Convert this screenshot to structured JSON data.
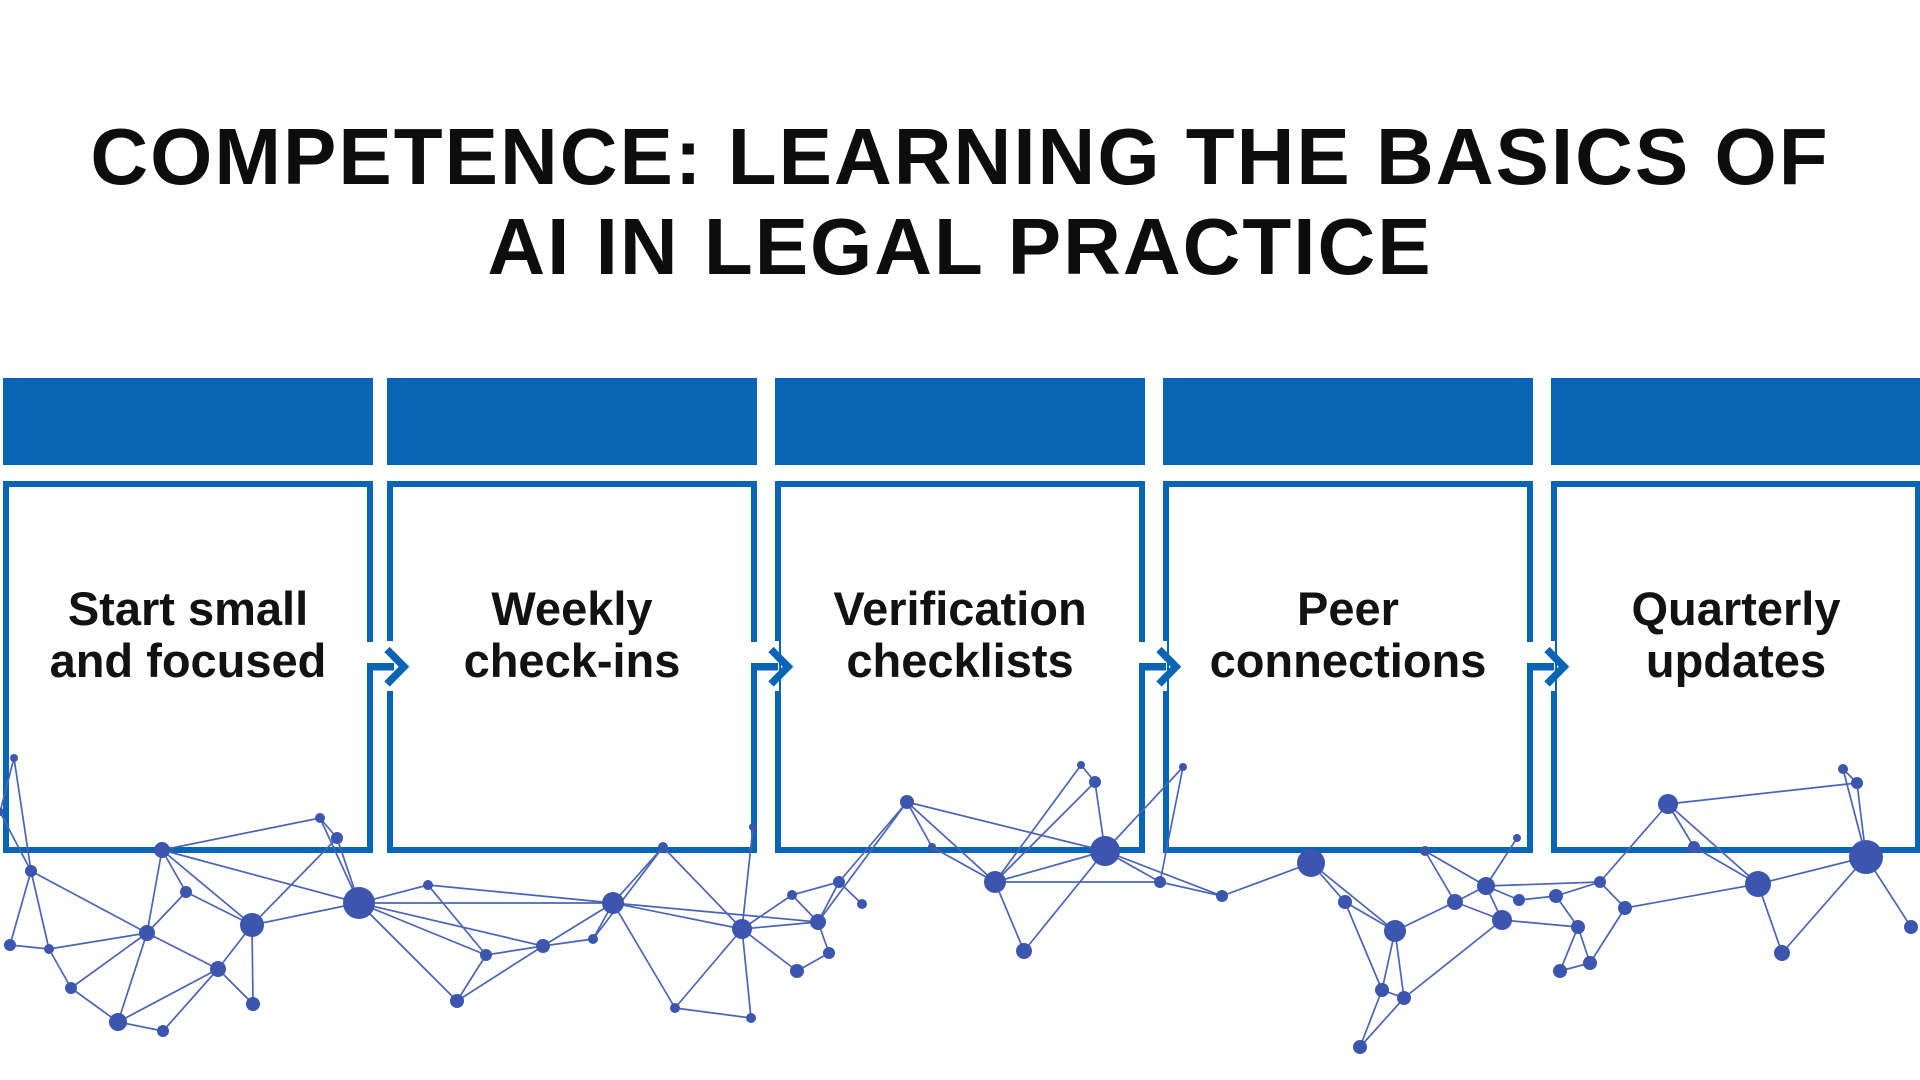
{
  "title": {
    "line1": "COMPETENCE: LEARNING THE BASICS OF",
    "line2": "AI IN LEGAL PRACTICE"
  },
  "steps": [
    {
      "lines": [
        "Start small",
        "and focused"
      ]
    },
    {
      "lines": [
        "Weekly",
        "check-ins"
      ]
    },
    {
      "lines": [
        "Verification",
        "checklists"
      ]
    },
    {
      "lines": [
        "Peer",
        "connections"
      ]
    },
    {
      "lines": [
        "Quarterly",
        "updates"
      ]
    }
  ],
  "icons": {
    "step_connector": "arrow-right"
  },
  "colors": {
    "accent": "#0a64b5",
    "network_node": "#3c55ae",
    "network_line": "#4b64b6",
    "title_text": "#0d0d0d",
    "box_text": "#121212",
    "background": "#ffffff"
  },
  "decor": {
    "network": {
      "nodes": [
        [
          14,
          758,
          4
        ],
        [
          31,
          871,
          6
        ],
        [
          10,
          945,
          6
        ],
        [
          49,
          949,
          5
        ],
        [
          71,
          988,
          6
        ],
        [
          118,
          1022,
          9
        ],
        [
          163,
          1031,
          6
        ],
        [
          147,
          933,
          8
        ],
        [
          186,
          892,
          6
        ],
        [
          218,
          969,
          8
        ],
        [
          253,
          1004,
          7
        ],
        [
          252,
          925,
          12
        ],
        [
          359,
          903,
          16
        ],
        [
          162,
          850,
          8
        ],
        [
          320,
          818,
          5
        ],
        [
          337,
          838,
          6
        ],
        [
          428,
          885,
          5
        ],
        [
          457,
          1001,
          7
        ],
        [
          486,
          955,
          6
        ],
        [
          543,
          946,
          7
        ],
        [
          593,
          939,
          5
        ],
        [
          613,
          903,
          11
        ],
        [
          663,
          847,
          5
        ],
        [
          675,
          1008,
          5
        ],
        [
          742,
          929,
          10
        ],
        [
          792,
          895,
          5
        ],
        [
          818,
          922,
          8
        ],
        [
          829,
          953,
          6
        ],
        [
          797,
          971,
          7
        ],
        [
          839,
          882,
          6
        ],
        [
          907,
          802,
          7
        ],
        [
          932,
          847,
          4
        ],
        [
          995,
          882,
          11
        ],
        [
          1024,
          951,
          8
        ],
        [
          1081,
          765,
          4
        ],
        [
          1095,
          782,
          6
        ],
        [
          1105,
          851,
          15
        ],
        [
          1183,
          767,
          4
        ],
        [
          1160,
          882,
          6
        ],
        [
          1222,
          896,
          6
        ],
        [
          1311,
          863,
          14
        ],
        [
          1345,
          902,
          7
        ],
        [
          1395,
          931,
          11
        ],
        [
          1382,
          990,
          7
        ],
        [
          1404,
          998,
          7
        ],
        [
          1360,
          1047,
          7
        ],
        [
          1425,
          851,
          5
        ],
        [
          1455,
          902,
          8
        ],
        [
          1486,
          886,
          9
        ],
        [
          1502,
          920,
          10
        ],
        [
          1519,
          900,
          6
        ],
        [
          1517,
          838,
          4
        ],
        [
          1556,
          896,
          7
        ],
        [
          1578,
          927,
          7
        ],
        [
          1560,
          971,
          7
        ],
        [
          1590,
          963,
          7
        ],
        [
          1600,
          882,
          6
        ],
        [
          1625,
          908,
          7
        ],
        [
          1668,
          804,
          10
        ],
        [
          1694,
          847,
          6
        ],
        [
          1758,
          884,
          13
        ],
        [
          1782,
          953,
          8
        ],
        [
          1843,
          769,
          5
        ],
        [
          1857,
          783,
          6
        ],
        [
          1866,
          857,
          17
        ],
        [
          1911,
          927,
          7
        ],
        [
          753,
          827,
          4
        ],
        [
          862,
          904,
          5
        ],
        [
          751,
          1018,
          5
        ],
        [
          0,
          812,
          4
        ]
      ],
      "edges": [
        [
          0,
          1
        ],
        [
          0,
          69
        ],
        [
          69,
          1
        ],
        [
          1,
          2
        ],
        [
          1,
          3
        ],
        [
          1,
          7
        ],
        [
          2,
          3
        ],
        [
          3,
          4
        ],
        [
          3,
          7
        ],
        [
          4,
          5
        ],
        [
          4,
          7
        ],
        [
          5,
          6
        ],
        [
          5,
          7
        ],
        [
          5,
          9
        ],
        [
          6,
          9
        ],
        [
          7,
          8
        ],
        [
          7,
          9
        ],
        [
          7,
          13
        ],
        [
          8,
          11
        ],
        [
          8,
          13
        ],
        [
          9,
          10
        ],
        [
          9,
          11
        ],
        [
          10,
          11
        ],
        [
          11,
          12
        ],
        [
          11,
          13
        ],
        [
          12,
          13
        ],
        [
          12,
          14
        ],
        [
          12,
          15
        ],
        [
          12,
          16
        ],
        [
          12,
          18
        ],
        [
          12,
          19
        ],
        [
          12,
          17
        ],
        [
          12,
          21
        ],
        [
          13,
          14
        ],
        [
          14,
          15
        ],
        [
          15,
          11
        ],
        [
          16,
          18
        ],
        [
          16,
          21
        ],
        [
          17,
          18
        ],
        [
          17,
          19
        ],
        [
          18,
          19
        ],
        [
          19,
          20
        ],
        [
          19,
          21
        ],
        [
          20,
          21
        ],
        [
          20,
          22
        ],
        [
          21,
          22
        ],
        [
          21,
          23
        ],
        [
          21,
          24
        ],
        [
          21,
          26
        ],
        [
          22,
          24
        ],
        [
          23,
          24
        ],
        [
          23,
          68
        ],
        [
          24,
          68
        ],
        [
          24,
          25
        ],
        [
          24,
          26
        ],
        [
          24,
          28
        ],
        [
          24,
          66
        ],
        [
          25,
          26
        ],
        [
          25,
          29
        ],
        [
          26,
          27
        ],
        [
          26,
          29
        ],
        [
          26,
          30
        ],
        [
          27,
          28
        ],
        [
          29,
          30
        ],
        [
          29,
          67
        ],
        [
          30,
          31
        ],
        [
          30,
          32
        ],
        [
          30,
          36
        ],
        [
          31,
          32
        ],
        [
          32,
          33
        ],
        [
          32,
          34
        ],
        [
          32,
          35
        ],
        [
          32,
          36
        ],
        [
          32,
          38
        ],
        [
          33,
          36
        ],
        [
          34,
          35
        ],
        [
          35,
          36
        ],
        [
          36,
          37
        ],
        [
          36,
          38
        ],
        [
          36,
          39
        ],
        [
          37,
          38
        ],
        [
          38,
          39
        ],
        [
          39,
          40
        ],
        [
          40,
          41
        ],
        [
          40,
          42
        ],
        [
          41,
          42
        ],
        [
          41,
          43
        ],
        [
          42,
          43
        ],
        [
          42,
          44
        ],
        [
          42,
          47
        ],
        [
          43,
          44
        ],
        [
          43,
          45
        ],
        [
          44,
          45
        ],
        [
          44,
          49
        ],
        [
          46,
          47
        ],
        [
          46,
          48
        ],
        [
          47,
          48
        ],
        [
          47,
          49
        ],
        [
          48,
          49
        ],
        [
          48,
          50
        ],
        [
          48,
          51
        ],
        [
          48,
          56
        ],
        [
          49,
          53
        ],
        [
          50,
          52
        ],
        [
          52,
          53
        ],
        [
          52,
          56
        ],
        [
          53,
          54
        ],
        [
          53,
          55
        ],
        [
          54,
          55
        ],
        [
          55,
          57
        ],
        [
          56,
          57
        ],
        [
          56,
          58
        ],
        [
          57,
          60
        ],
        [
          58,
          59
        ],
        [
          58,
          60
        ],
        [
          58,
          63
        ],
        [
          59,
          60
        ],
        [
          60,
          61
        ],
        [
          60,
          64
        ],
        [
          61,
          64
        ],
        [
          62,
          63
        ],
        [
          62,
          64
        ],
        [
          63,
          64
        ],
        [
          64,
          65
        ]
      ]
    }
  }
}
